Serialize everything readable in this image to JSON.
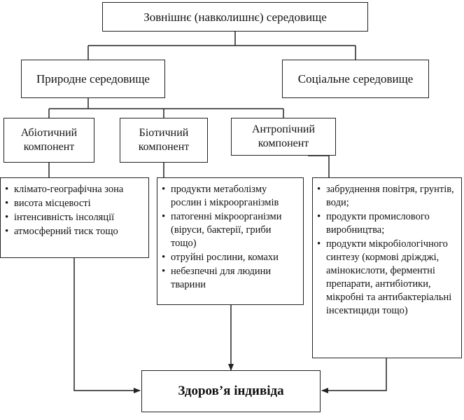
{
  "diagram": {
    "root": "Зовнішнє (навколишнє) середовище",
    "natural": "Природне середовище",
    "social": "Соціальне середовище",
    "components": [
      {
        "title": "Абіотичний компонент",
        "items": [
          "клімато-географічна зона",
          "висота місцевості",
          "інтенсивність інсоляції",
          "атмосферний тиск тощо"
        ]
      },
      {
        "title": "Біотичний компонент",
        "items": [
          "продукти метаболізму рослин і мікроорганізмів",
          "патогенні мікроорганізми (віруси, бактерії, гриби тощо)",
          "отруйні рослини, комахи",
          "небезпечні для людини тварини"
        ]
      },
      {
        "title": "Антропічний компонент",
        "items": [
          "забруднення повітря, грунтів, води;",
          "продукти промислового виробництва;",
          "продукти мікробіологічного синтезу (кормові дріжджі, амінокислоти, ферментні препарати, антибіотики, мікробні та антибактеріальні інсектициди тощо)"
        ]
      }
    ],
    "final": "Здоров’я індивіда"
  }
}
